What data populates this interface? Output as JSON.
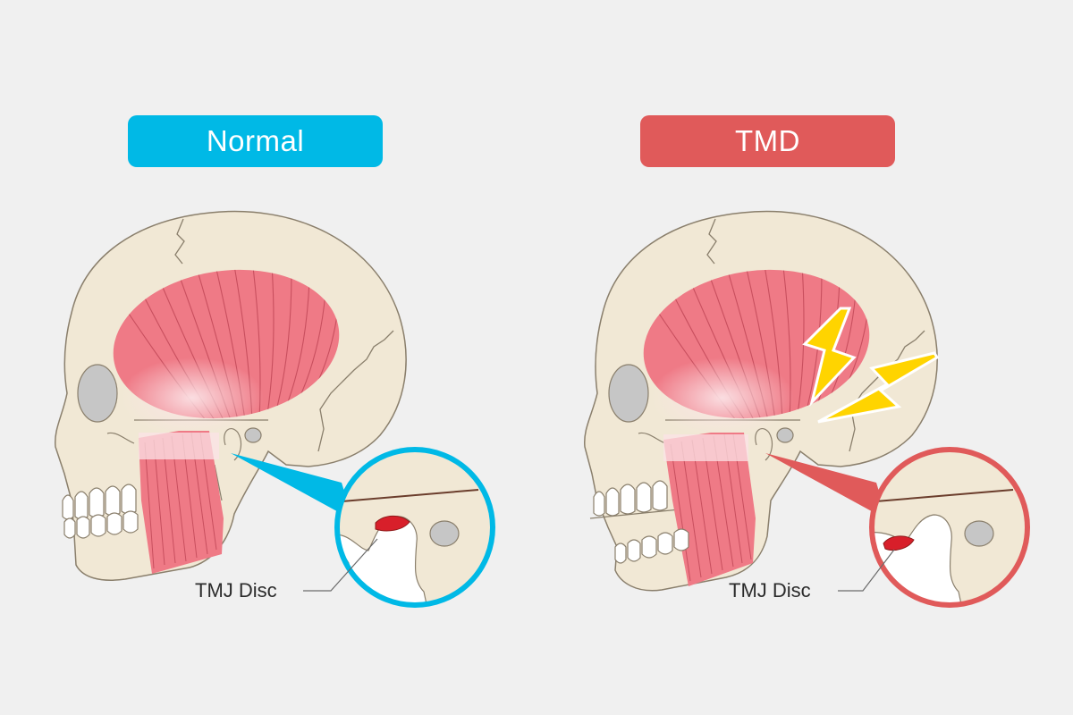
{
  "panels": {
    "normal": {
      "title": "Normal",
      "disc_label": "TMJ Disc",
      "accent_color": "#00b9e6"
    },
    "tmd": {
      "title": "TMD",
      "disc_label": "TMJ Disc",
      "accent_color": "#e05a5a"
    }
  },
  "colors": {
    "background": "#f0f0f0",
    "bone": "#f1e8d5",
    "bone_outline": "#8a7f6c",
    "muscle": "#ef7a86",
    "muscle_line": "#c84f5e",
    "orbit": "#c6c6c6",
    "disc": "#d81f2a",
    "pain_bolt": "#ffd400"
  },
  "icons": [
    "lightning-bolt-icon",
    "lightning-bolt-icon"
  ]
}
